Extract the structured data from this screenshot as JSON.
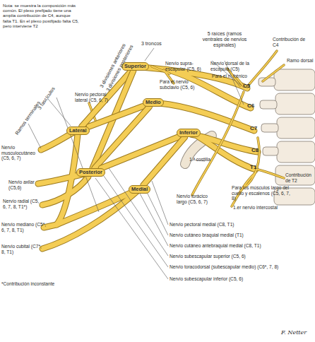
{
  "diagram": {
    "nodes": [
      {
        "text": [
          "Superior"
        ]
      },
      {
        "text": [
          "Medio"
        ]
      },
      {
        "text": [
          "Inferior"
        ]
      },
      {
        "text": [
          "Lateral"
        ]
      },
      {
        "text": [
          "Posterior"
        ]
      },
      {
        "text": [
          "Medial"
        ]
      }
    ],
    "edges": [
      {
        "from": 0,
        "to": 3,
        "arrow": "none"
      },
      {
        "from": 0,
        "to": 4,
        "arrow": "none"
      },
      {
        "from": 1,
        "to": 3,
        "arrow": "none"
      },
      {
        "from": 1,
        "to": 4,
        "arrow": "none"
      },
      {
        "from": 2,
        "to": 4,
        "arrow": "none"
      },
      {
        "from": 2,
        "to": 5,
        "arrow": "none"
      }
    ],
    "labels": [
      "Nota: se muestra la composición más común. El plexo prefijado tiene una amplia contribución de C4, aunque falta T1. En el plexo postfijado falta C5, pero interviene T2",
      "3 troncos",
      "5 raíces (ramos ventrales de nervios espinales)",
      "Contribución de C4",
      "Ramo dorsal",
      "3 divisiones anteriores",
      "3 divisiones posteriores",
      "Nervio dorsal de la escápula (C5)",
      "Para el n. frénico",
      "Nervio supra-escapular (C5, 6)",
      "Para el nervio subclavio (C5, 6)",
      "3 fascículos",
      "Nervio pectoral lateral (C5, 6, 7)",
      "Ramos terminales",
      "C5",
      "C6",
      "C7",
      "C8",
      "T1",
      "Nervio musculocutáneo (C5, 6, 7)",
      "Nervio axilar (C5,6)",
      "Nervio radial (C5, 6, 7, 8, T1*)",
      "Nervio mediano (C5*, 6, 7, 8, T1)",
      "Nervio cubital (C7*, 8, T1)",
      "*Contribución inconstante",
      "1.ª costilla",
      "Contribución de T2",
      "Para los músculos largo del cuello y escalenos (C5, 6, 7, 8)",
      "1.er nervio intercostal",
      "Nervio torácico largo (C5, 6, 7)",
      "Nervio pectoral medial (C8, T1)",
      "Nervio cutáneo braquial medial (T1)",
      "Nervio cutáneo antebraquial medial (C8, T1)",
      "Nervio subescapular superior (C5, 6)",
      "Nervio toracodorsal (subescapular medio) (C6*, 7, 8)",
      "Nervio subescapular inferior (C5, 6)",
      "F. Netter"
    ]
  }
}
